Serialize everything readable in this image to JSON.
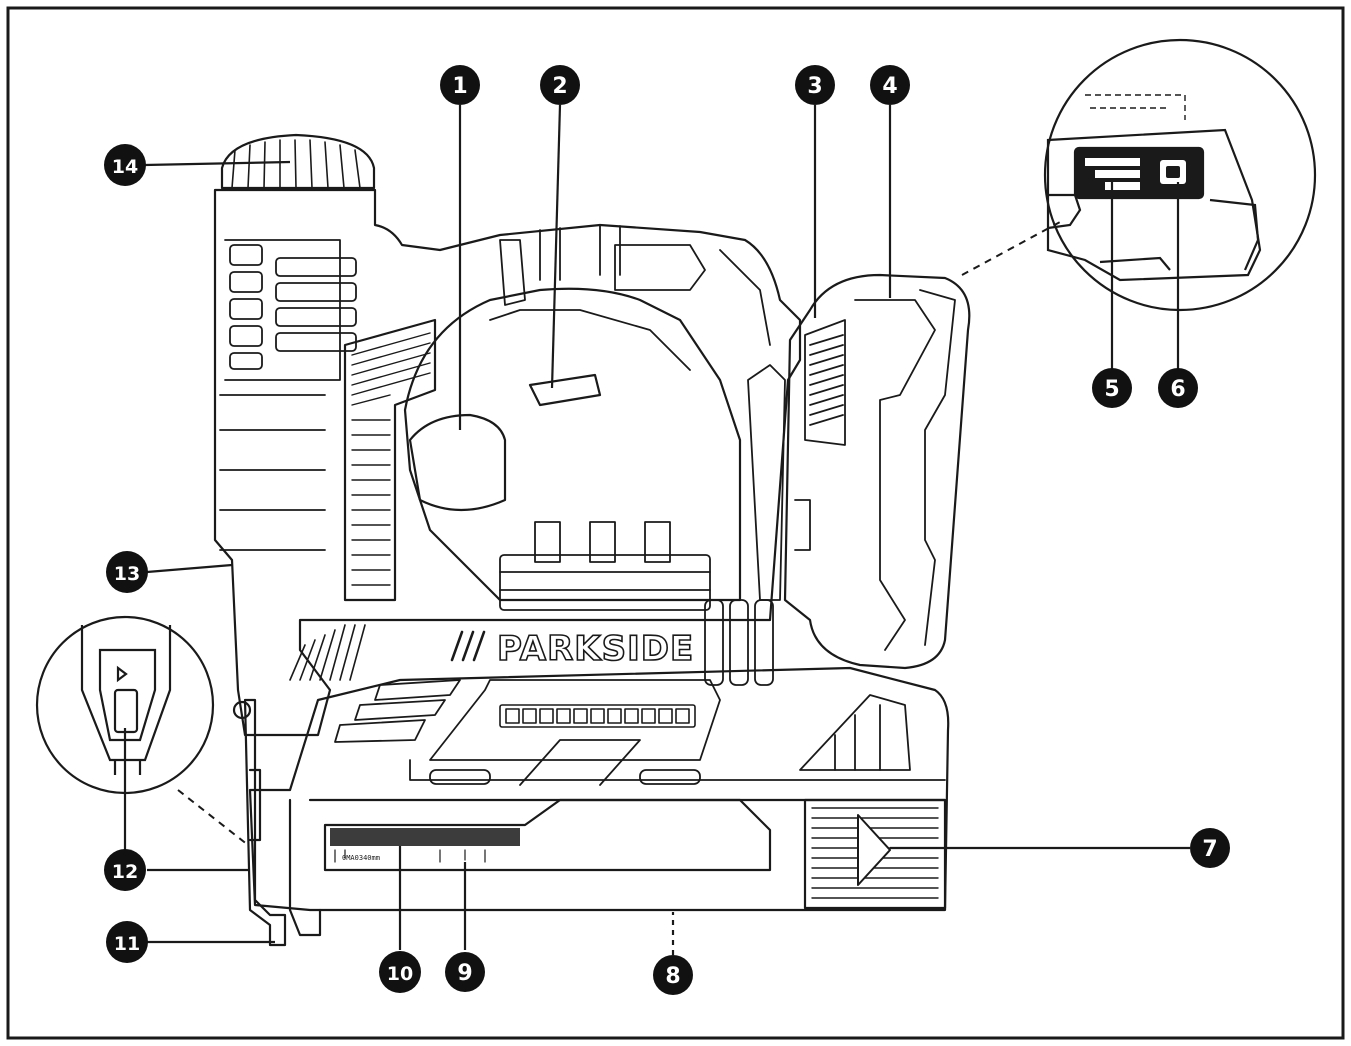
{
  "brand": {
    "name": "PARKSIDE",
    "prefix_marks": "///"
  },
  "scale_marking": "0MA0340mm",
  "callouts": [
    {
      "id": 1,
      "label": "1"
    },
    {
      "id": 2,
      "label": "2"
    },
    {
      "id": 3,
      "label": "3"
    },
    {
      "id": 4,
      "label": "4"
    },
    {
      "id": 5,
      "label": "5"
    },
    {
      "id": 6,
      "label": "6"
    },
    {
      "id": 7,
      "label": "7"
    },
    {
      "id": 8,
      "label": "8"
    },
    {
      "id": 9,
      "label": "9"
    },
    {
      "id": 10,
      "label": "10"
    },
    {
      "id": 11,
      "label": "11"
    },
    {
      "id": 12,
      "label": "12"
    },
    {
      "id": 13,
      "label": "13"
    },
    {
      "id": 14,
      "label": "14"
    }
  ],
  "colors": {
    "line": "#1a1a1a",
    "badge": "#111111",
    "badge_text": "#ffffff",
    "background": "#ffffff"
  }
}
